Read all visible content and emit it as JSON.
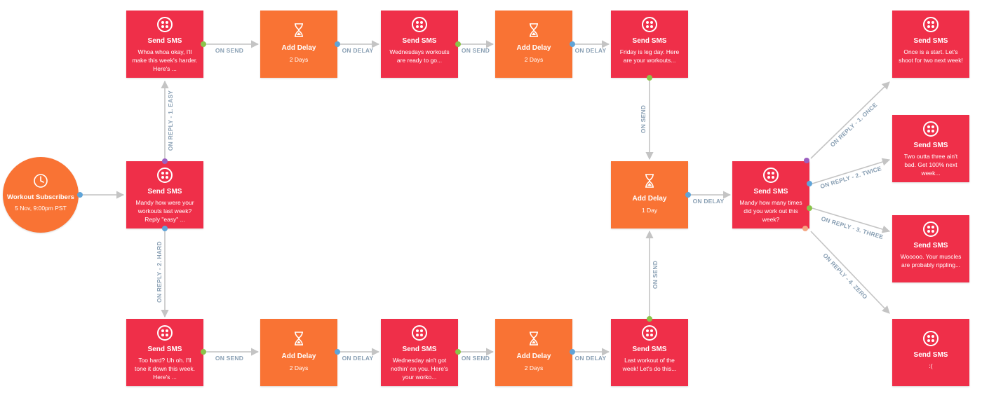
{
  "colors": {
    "sms": "#ef2f49",
    "delay": "#f97334",
    "edge": "#c4c4c4",
    "label": "#8aa0b4"
  },
  "trigger": {
    "title": "Workout Subscribers",
    "subtitle": "5 Nov, 9:00pm PST",
    "icon": "clock-icon"
  },
  "nodes": {
    "sms_top1": {
      "title": "Send SMS",
      "desc": "Whoa whoa okay, I'll make this week's harder. Here's ...",
      "icon": "twilio-icon"
    },
    "delay_top1": {
      "title": "Add Delay",
      "desc": "2 Days",
      "icon": "hourglass-icon"
    },
    "sms_top2": {
      "title": "Send SMS",
      "desc": "Wednesdays workouts are ready to go...",
      "icon": "twilio-icon"
    },
    "delay_top2": {
      "title": "Add Delay",
      "desc": "2 Days",
      "icon": "hourglass-icon"
    },
    "sms_top3": {
      "title": "Send SMS",
      "desc": "Friday is leg day. Here are your workouts...",
      "icon": "twilio-icon"
    },
    "sms_mid": {
      "title": "Send SMS",
      "desc": "Mandy how were your workouts last week? Reply \"easy\" ...",
      "icon": "twilio-icon"
    },
    "delay_mid": {
      "title": "Add Delay",
      "desc": "1 Day",
      "icon": "hourglass-icon"
    },
    "sms_survey": {
      "title": "Send SMS",
      "desc": "Mandy how many times did you work out this week?",
      "icon": "twilio-icon"
    },
    "sms_bot1": {
      "title": "Send SMS",
      "desc": "Too hard? Uh oh. I'll tone it down this week. Here's ...",
      "icon": "twilio-icon"
    },
    "delay_bot1": {
      "title": "Add Delay",
      "desc": "2 Days",
      "icon": "hourglass-icon"
    },
    "sms_bot2": {
      "title": "Send SMS",
      "desc": "Wednesday ain't got nothin' on you. Here's your worko...",
      "icon": "twilio-icon"
    },
    "delay_bot2": {
      "title": "Add Delay",
      "desc": "2 Days",
      "icon": "hourglass-icon"
    },
    "sms_bot3": {
      "title": "Send SMS",
      "desc": "Last workout of the week! Let's do this...",
      "icon": "twilio-icon"
    },
    "sms_once": {
      "title": "Send SMS",
      "desc": "Once is a start. Let's shoot for two next week!",
      "icon": "twilio-icon"
    },
    "sms_twice": {
      "title": "Send SMS",
      "desc": "Two outta three ain't bad. Get 100% next week...",
      "icon": "twilio-icon"
    },
    "sms_three": {
      "title": "Send SMS",
      "desc": "Wooooo. Your muscles are probably rippling...",
      "icon": "twilio-icon"
    },
    "sms_zero": {
      "title": "Send SMS",
      "desc": ":(",
      "icon": "twilio-icon"
    }
  },
  "edge_labels": {
    "on_send": "ON SEND",
    "on_delay": "ON DELAY",
    "reply_easy": "ON REPLY - 1. EASY",
    "reply_hard": "ON REPLY - 2. HARD",
    "reply_once": "ON REPLY - 1. ONCE",
    "reply_twice": "ON REPLY - 2. TWICE",
    "reply_three": "ON REPLY - 3. THREE",
    "reply_zero": "ON REPLY - 4. ZERO"
  }
}
